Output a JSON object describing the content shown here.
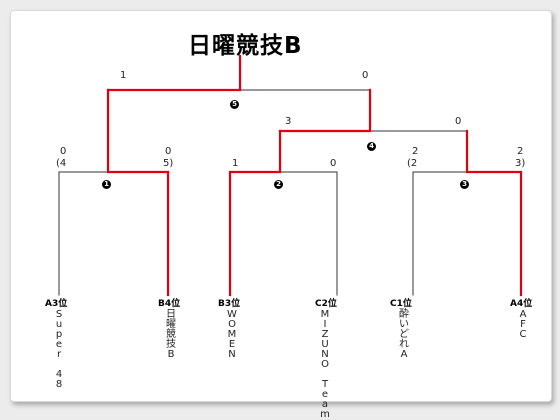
{
  "title": "日曜競技B",
  "colors": {
    "winner": "#e0000f",
    "loser": "#333333",
    "frame": "#ffffff"
  },
  "teams": [
    {
      "seed": "A3位",
      "name": "Super　48"
    },
    {
      "seed": "B4位",
      "name": "日曜競技B"
    },
    {
      "seed": "B3位",
      "name": "WOMEN"
    },
    {
      "seed": "C2位",
      "name": "MIZUNO Team"
    },
    {
      "seed": "C1位",
      "name": "酔いどれA"
    },
    {
      "seed": "A4位",
      "name": "AFC"
    }
  ],
  "matches": [
    {
      "number": "1",
      "left_score": "0",
      "right_score": "0",
      "left_pk": "(4",
      "right_pk": "5)"
    },
    {
      "number": "2",
      "left_score": "1",
      "right_score": "0"
    },
    {
      "number": "3",
      "left_score": "2",
      "right_score": "2",
      "left_pk": "(2",
      "right_pk": "3)"
    },
    {
      "number": "4",
      "left_score": "3",
      "right_score": "0"
    },
    {
      "number": "5",
      "left_score": "1",
      "right_score": "0"
    }
  ]
}
